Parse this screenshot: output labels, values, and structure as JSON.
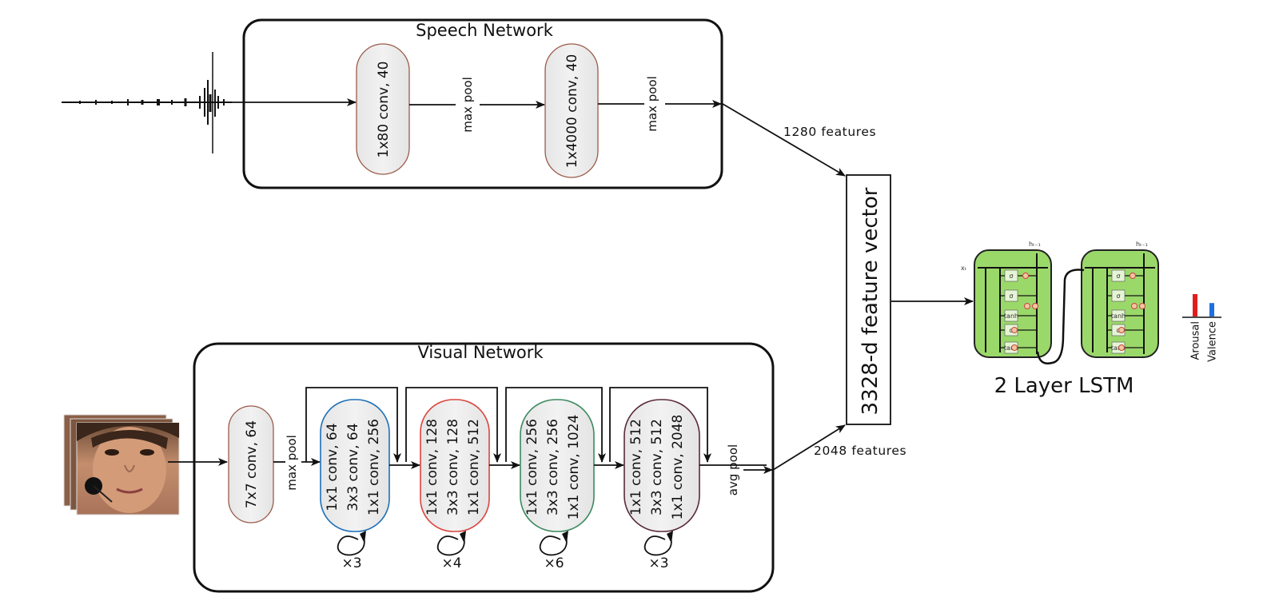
{
  "speech_network": {
    "title": "Speech Network",
    "blocks": [
      {
        "label": "1x80 conv, 40"
      },
      {
        "label": "1x4000 conv, 40"
      }
    ],
    "pool_labels": [
      "max pool",
      "max pool"
    ],
    "features": "1280 features"
  },
  "visual_network": {
    "title": "Visual Network",
    "first_conv": "7x7 conv, 64",
    "first_pool": "max pool",
    "res_blocks": [
      {
        "lines": [
          "1x1 conv, 64",
          "3x3 conv, 64",
          "1x1 conv, 256"
        ],
        "repeat": "×3",
        "color": "#1f6fb8"
      },
      {
        "lines": [
          "1x1 conv, 128",
          "3x3 conv, 128",
          "1x1 conv, 512"
        ],
        "repeat": "×4",
        "color": "#d9453f"
      },
      {
        "lines": [
          "1x1 conv, 256",
          "3x3 conv, 256",
          "1x1 conv, 1024"
        ],
        "repeat": "×6",
        "color": "#3c8a60"
      },
      {
        "lines": [
          "1x1 conv, 512",
          "3x3 conv, 512",
          "1x1 conv, 2048"
        ],
        "repeat": "×3",
        "color": "#5a2a3a"
      }
    ],
    "final_pool": "avg pool",
    "features": "2048 features"
  },
  "fusion": {
    "label": "3328-d feature vector"
  },
  "lstm": {
    "title": "2 Layer LSTM",
    "cell_color": "#9bd86a",
    "gate_labels": [
      "σ",
      "σ",
      "tanh",
      "σ",
      "tanh"
    ],
    "input_label": "xₜ",
    "hidden_label": "hₜ₋₁"
  },
  "outputs": {
    "labels": [
      "Arousal",
      "Valence"
    ],
    "values": [
      1.0,
      0.6
    ],
    "colors": [
      "#e01e1e",
      "#1e6fe0"
    ]
  }
}
